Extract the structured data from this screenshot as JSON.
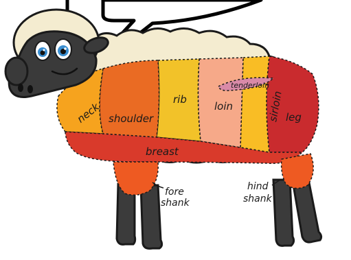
{
  "cuts": {
    "neck": "neck",
    "shoulder": "shoulder",
    "rib": "rib",
    "loin": "loin",
    "tenderloin": "tenderloin",
    "sirloin": "sirloin",
    "leg": "leg",
    "breast": "breast"
  },
  "callouts": {
    "fore_shank_line1": "fore",
    "fore_shank_line2": "shank",
    "hind_shank_line1": "hind",
    "hind_shank_line2": "shank"
  },
  "colors": {
    "neck": "#f6a31e",
    "shoulder": "#ea6b23",
    "rib": "#f2c229",
    "loin": "#f6a989",
    "tenderloin": "#d98aa8",
    "sirloin": "#f9bd25",
    "leg": "#c92b2e",
    "breast": "#d93a2b",
    "shank": "#ee5a22",
    "wool": "#f4ecd0",
    "outline": "#1a1a1a",
    "sheep_face": "#3a3a3a",
    "legs": "#3b3b3b"
  }
}
